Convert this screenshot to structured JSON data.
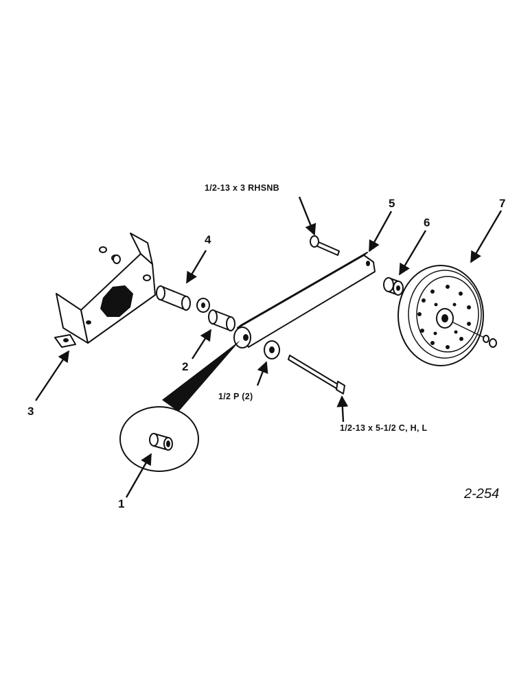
{
  "figure_id": "2-254",
  "callouts": {
    "c1": "1",
    "c2": "2",
    "c3": "3",
    "c4": "4",
    "c5": "5",
    "c6": "6",
    "c7": "7"
  },
  "hardware": {
    "arm_bolt": "1/2-13 x 3 RHSNB",
    "washer": "1/2 P (2)",
    "pivot_bolt": "1/2-13 x 5-1/2 C, H, L"
  }
}
